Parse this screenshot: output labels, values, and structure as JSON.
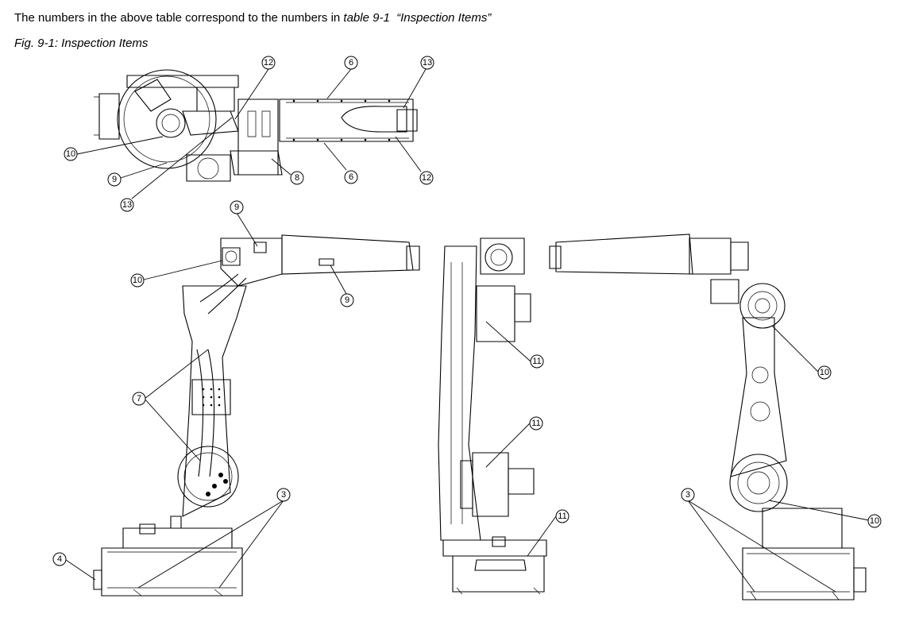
{
  "intro": {
    "prefix": "The numbers in the above table correspond to the numbers in ",
    "ref": "table 9-1",
    "quote": "“Inspection Items”"
  },
  "figure_caption": "Fig. 9-1: Inspection Items",
  "callouts": {
    "top_view": [
      "12",
      "6",
      "13",
      "10",
      "9",
      "13",
      "8",
      "6",
      "12"
    ],
    "left_view": [
      "9",
      "10",
      "9",
      "7",
      "3",
      "4"
    ],
    "middle_view": [
      "11",
      "11",
      "11"
    ],
    "right_view": [
      "10",
      "3",
      "10"
    ]
  }
}
